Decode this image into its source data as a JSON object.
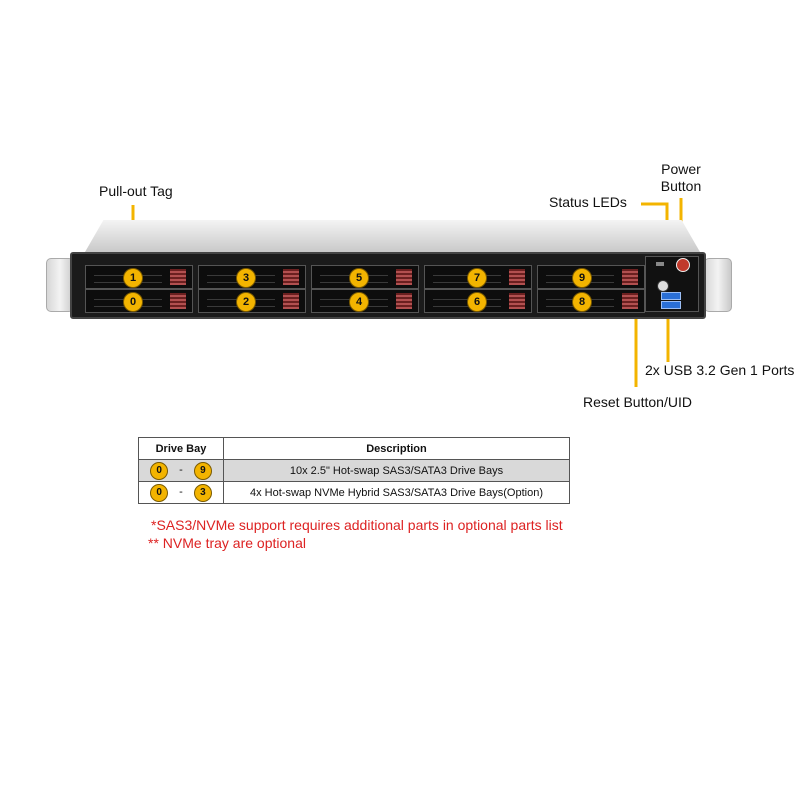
{
  "callouts": {
    "pullout_tag": "Pull-out  Tag",
    "status_leds": "Status  LEDs",
    "power_button_line1": "Power",
    "power_button_line2": "Button",
    "usb_ports": "2x  USB  3.2  Gen  1  Ports",
    "reset_uid": "Reset Button/UID"
  },
  "bays": {
    "top_row": [
      "1",
      "3",
      "5",
      "7",
      "9"
    ],
    "bottom_row": [
      "0",
      "2",
      "4",
      "6",
      "8"
    ]
  },
  "table": {
    "headers": [
      "Drive Bay",
      "Description"
    ],
    "rows": [
      {
        "from": "0",
        "sep": "-",
        "to": "9",
        "description": "10x 2.5\" Hot-swap  SAS3/SATA3 Drive  Bays"
      },
      {
        "from": "0",
        "sep": "-",
        "to": "3",
        "description": "4x Hot-swap  NVMe  Hybrid  SAS3/SATA3 Drive  Bays(Option)"
      }
    ]
  },
  "notes": [
    "*SAS3/NVMe support requires additional parts in optional parts list",
    "** NVMe tray are optional"
  ],
  "colors": {
    "callout": "#f3b400",
    "note_text": "#dd2222",
    "latch": "#b25050"
  }
}
